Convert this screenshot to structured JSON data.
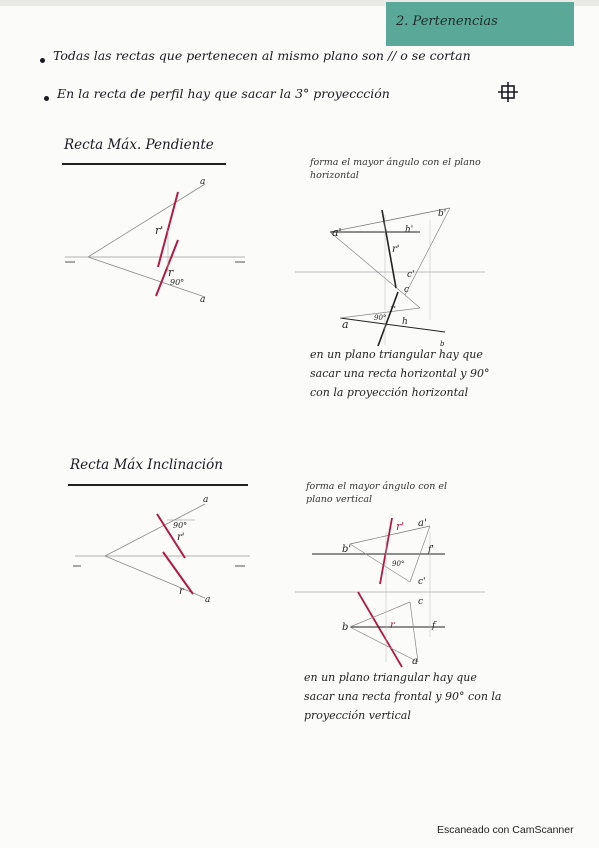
{
  "header": {
    "section_title": "2. Pertenencias"
  },
  "bullets": [
    "Todas las rectas que pertenecen al mismo plano son // o se cortan",
    "En la recta de perfil hay que sacar la 3° proyeccción"
  ],
  "section_pendiente": {
    "heading": "Recta Máx. Pendiente",
    "note_top": [
      "forma el mayor ángulo con el plano",
      "horizontal"
    ],
    "note_bottom": [
      "en un plano triangular hay que",
      "sacar una recta horizontal y 90°",
      "con la proyección horizontal"
    ],
    "fig_left_labels": [
      "r'",
      "r",
      "90°"
    ],
    "fig_right_labels": [
      "a'",
      "b'",
      "h'",
      "r'",
      "c'",
      "c",
      "a",
      "r",
      "h",
      "b",
      "90°"
    ]
  },
  "section_inclinacion": {
    "heading": "Recta Máx Inclinación",
    "note_top": [
      "forma el mayor ángulo con el",
      "plano vertical"
    ],
    "note_bottom": [
      "en un plano triangular hay que",
      "sacar una recta frontal y 90° con la",
      "proyección vertical"
    ],
    "fig_left_labels": [
      "90°",
      "r'",
      "r"
    ],
    "fig_right_labels": [
      "r'",
      "a'",
      "b'",
      "f'",
      "90°",
      "c'",
      "c",
      "b",
      "r",
      "f",
      "a"
    ]
  },
  "footer": {
    "scanner_text": "Escaneado con CamScanner"
  },
  "colors": {
    "banner": "#5aa898",
    "red_line": "#b01a45",
    "ink": "#1b1b22"
  },
  "icons": {
    "profile_symbol": "grid-icon"
  }
}
